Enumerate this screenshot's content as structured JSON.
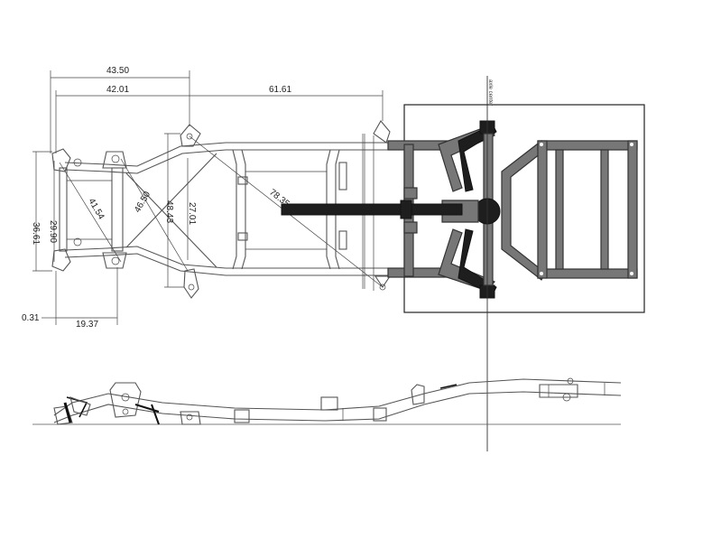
{
  "top_view": {
    "dimensions": {
      "d1": "43.50",
      "d2": "42.01",
      "d3": "61.61",
      "d4": "36.61",
      "d5": "29.90",
      "d6": "41.54",
      "d7": "46.50",
      "d8": "48.43",
      "d9": "27.01",
      "d10": "78.35",
      "d11": "0.31",
      "d12": "19.37"
    },
    "axle_center_label": "axle center"
  },
  "colors": {
    "line": "#444444",
    "steel": "#777777",
    "dark": "#1e1e1e"
  }
}
